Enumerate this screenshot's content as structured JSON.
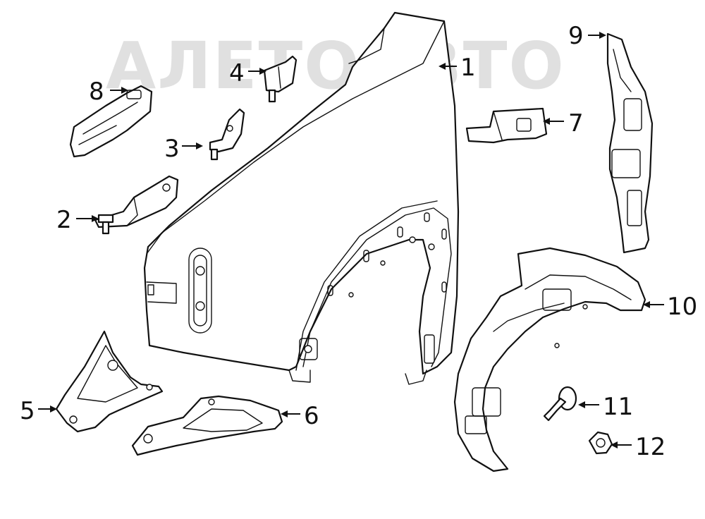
{
  "watermark": "АЛЕТОАВТО",
  "colors": {
    "line": "#111111",
    "background": "#ffffff",
    "watermark": "#c8c8c8"
  },
  "callouts": [
    {
      "id": "1",
      "label": "1",
      "part": "front-fender"
    },
    {
      "id": "2",
      "label": "2",
      "part": "lower-fender-bracket"
    },
    {
      "id": "3",
      "label": "3",
      "part": "small-bracket"
    },
    {
      "id": "4",
      "label": "4",
      "part": "upper-bracket"
    },
    {
      "id": "5",
      "label": "5",
      "part": "triangular-brace"
    },
    {
      "id": "6",
      "label": "6",
      "part": "sill-bracket"
    },
    {
      "id": "7",
      "label": "7",
      "part": "rear-fender-bracket"
    },
    {
      "id": "8",
      "label": "8",
      "part": "mounting-bracket"
    },
    {
      "id": "9",
      "label": "9",
      "part": "vertical-reinforcement"
    },
    {
      "id": "10",
      "label": "10",
      "part": "wheelhouse-liner"
    },
    {
      "id": "11",
      "label": "11",
      "part": "push-pin-clip"
    },
    {
      "id": "12",
      "label": "12",
      "part": "flange-nut"
    }
  ]
}
